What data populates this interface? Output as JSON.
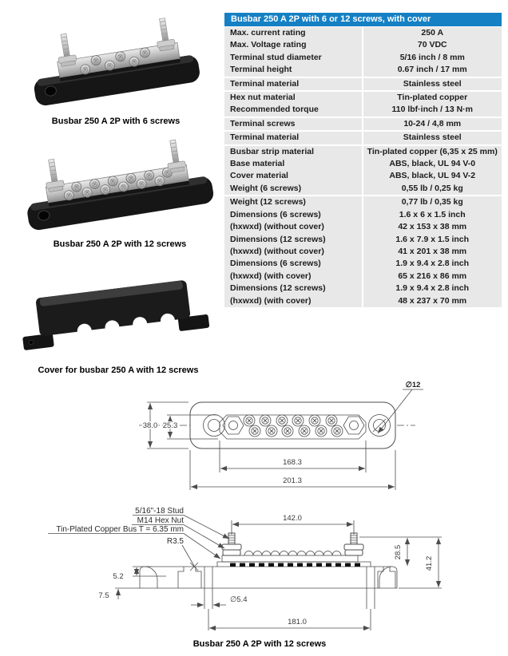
{
  "colors": {
    "accent_blue": "#1580c4",
    "table_row_gray": "#e8e8e8"
  },
  "photos": [
    {
      "caption": "Busbar 250 A 2P with 6 screws"
    },
    {
      "caption": "Busbar 250 A 2P with 12 screws"
    },
    {
      "caption": "Cover for busbar 250 A with 12 screws"
    }
  ],
  "spec_table": {
    "title": "Busbar 250 A 2P with 6 or 12 screws, with cover",
    "groups": [
      {
        "rows": [
          {
            "label": "Max. current rating",
            "value": "250 A"
          },
          {
            "label": "Max. Voltage rating",
            "value": "70 VDC"
          },
          {
            "label": "Terminal stud diameter",
            "value": "5/16 inch / 8 mm"
          },
          {
            "label": "Terminal height",
            "value": "0.67 inch / 17 mm"
          }
        ]
      },
      {
        "rows": [
          {
            "label": "Terminal material",
            "value": "Stainless steel"
          }
        ]
      },
      {
        "rows": [
          {
            "label": "Hex nut material",
            "value": "Tin-plated copper"
          },
          {
            "label": "Recommended torque",
            "value": "110 lbf·inch / 13 N·m"
          }
        ]
      },
      {
        "rows": [
          {
            "label": "Terminal screws",
            "value": "10-24 / 4,8 mm"
          }
        ]
      },
      {
        "rows": [
          {
            "label": "Terminal material",
            "value": "Stainless steel"
          }
        ]
      },
      {
        "rows": [
          {
            "label": "Busbar strip material",
            "value": "Tin-plated copper (6,35 x 25 mm)"
          },
          {
            "label": "Base material",
            "value": "ABS, black, UL 94 V-0"
          },
          {
            "label": "Cover material",
            "value": "ABS, black, UL 94 V-2"
          },
          {
            "label": "Weight (6 screws)",
            "value": "0,55 lb / 0,25 kg"
          }
        ]
      },
      {
        "rows": [
          {
            "label": "Weight (12 screws)",
            "value": "0,77 lb / 0,35 kg"
          },
          {
            "label": "Dimensions (6 screws)\n(hxwxd) (without cover)",
            "value": "1.6 x 6 x 1.5 inch\n42 x 153 x 38 mm"
          },
          {
            "label": "Dimensions (12 screws)\n(hxwxd) (without cover)",
            "value": "1.6 x 7.9 x 1.5 inch\n41 x 201 x 38 mm"
          },
          {
            "label": "Dimensions (6 screws)\n(hxwxd) (with cover)",
            "value": "1.9 x 9.4 x 2.8 inch\n65 x 216 x 86 mm"
          },
          {
            "label": "Dimensions (12 screws)\n(hxwxd) (with cover)",
            "value": "1.9 x 9.4 x 2.8 inch\n48 x 237 x 70 mm"
          }
        ]
      }
    ]
  },
  "drawing_top_view": {
    "dim_height_outer": "38.0",
    "dim_height_inner": "25.3",
    "dim_strip_length": "168.3",
    "dim_total_length": "201.3",
    "dim_hole": "−12",
    "dim_hole_text": "∅12"
  },
  "drawing_side_view": {
    "label_stud": "5/16\"-18 Stud",
    "label_nut": "M14 Hex Nut",
    "label_bus": "Tin-Plated Copper Bus T = 6.35 mm",
    "label_radius": "R3.5",
    "dim_stud_spacing": "142.0",
    "dim_height_bus": "28.5",
    "dim_height_total": "41.2",
    "dim_lip": "5.2",
    "dim_foot": "7.5",
    "dim_hole": "∅5.4",
    "dim_hole_spacing": "181.0",
    "caption": "Busbar 250 A 2P with 12 screws"
  }
}
